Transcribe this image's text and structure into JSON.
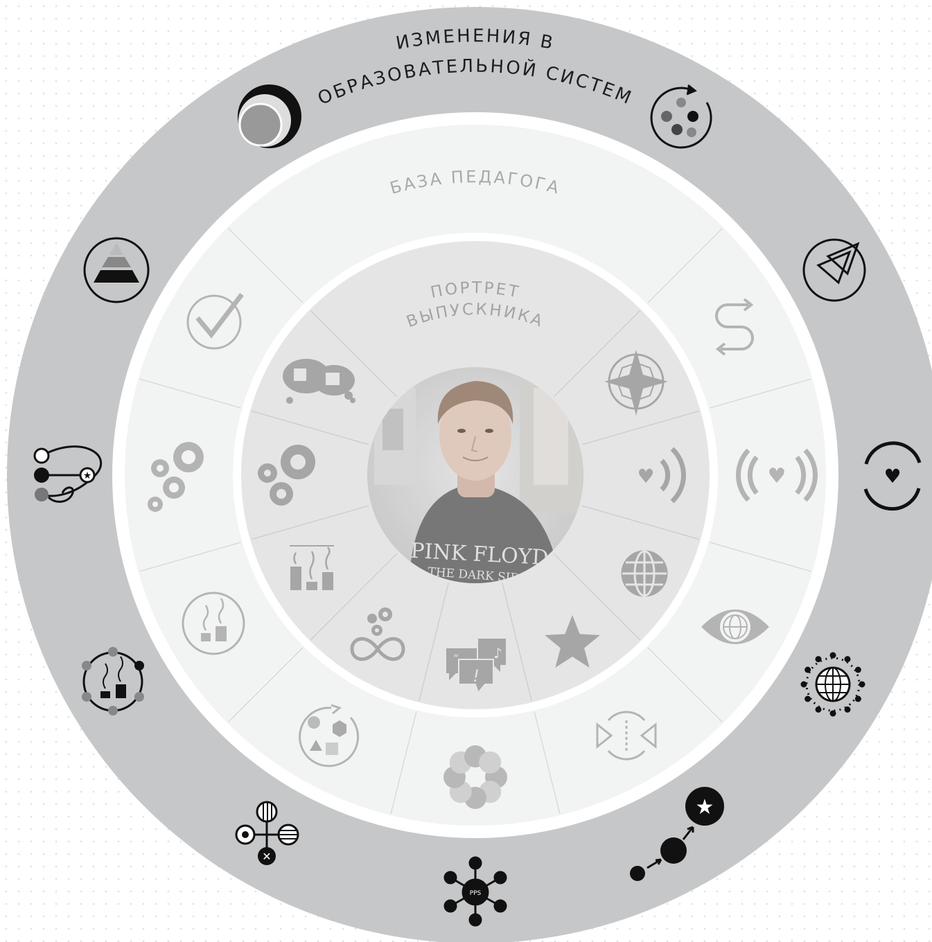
{
  "rings": {
    "outer": {
      "title_line1": "ИЗМЕНЕНИЯ В",
      "title_line2": "ОБРАЗОВАТЕЛЬНОЙ СИСТЕМ",
      "color": "#c6c7c8",
      "icon_color": "#111111",
      "icons": [
        "rings-icon",
        "cycle-dots-icon",
        "pyramid-icon",
        "triangles-icon",
        "network-star-icon",
        "heart-cycle-icon",
        "growth-chart-icon",
        "globe-dots-icon",
        "crossroads-icon",
        "hub-pps-icon",
        "path-star-icon"
      ]
    },
    "middle": {
      "title": "БАЗА ПЕДАГОГА",
      "color": "#f2f3f3",
      "icon_color": "#b4b4b4",
      "icons": [
        "check-icon",
        "path-arrows-icon",
        "gears-icon",
        "heart-signal-icon",
        "growth-circle-icon",
        "eye-globe-icon",
        "shapes-cycle-icon",
        "flower-icon",
        "exchange-icon"
      ]
    },
    "inner": {
      "title_line1": "ПОРТРЕТ",
      "title_line2": "ВЫПУСКНИКА",
      "color": "#e5e5e6",
      "icon_color": "#a6a6a6",
      "icons": [
        "thought-puzzle-icon",
        "compass-icon",
        "gears-icon",
        "heart-signal-icon",
        "growth-bars-icon",
        "globe-icon",
        "gears-infinity-icon",
        "chat-icon",
        "star-icon"
      ]
    }
  },
  "center": {
    "photo": "portrait-photo",
    "shirt_line1": "PINK FLOYD",
    "shirt_line2": "THE DARK SIDE"
  },
  "hub_label": "PPS"
}
